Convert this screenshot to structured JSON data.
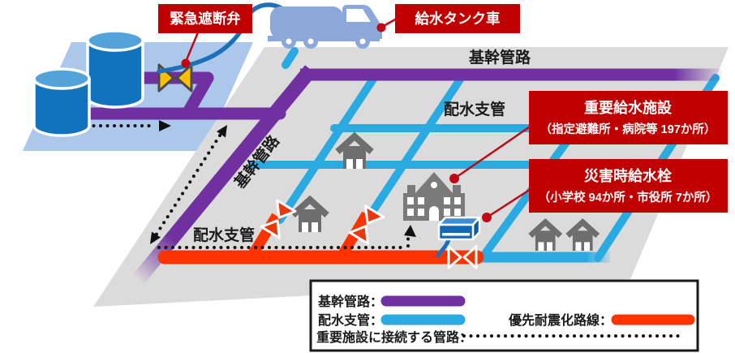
{
  "diagram": {
    "top_labels": {
      "emergency_shutoff_valve": "緊急遮断弁",
      "water_supply_tank_truck": "給水タンク車"
    },
    "map_labels": {
      "main_pipeline_top": "基幹管路",
      "main_pipeline_diagonal": "基幹管路",
      "distribution_branch_upper": "配水支管",
      "distribution_branch_lower": "配水支管"
    },
    "callouts": {
      "important_water_facility": {
        "title": "重要給水施設",
        "detail": "（指定避難所・病院等 197か所）"
      },
      "disaster_hydrant": {
        "title": "災害時給水栓",
        "detail": "（小学校 94か所・市役所 7か所）"
      }
    },
    "legend": {
      "main_pipeline": "基幹管路：",
      "distribution_branch": "配水支管：",
      "priority_seismic_line": "優先耐震化路線：",
      "facility_connection_pipe": "重要施設に接続する管路："
    },
    "colors": {
      "main_pipeline_purple": "#7030A0",
      "distribution_branch_cyan": "#29ABE2",
      "priority_seismic_orange": "#FF3300",
      "callout_red": "#C00000",
      "connector_red": "#C00814",
      "map_gray": "#DBDBDB",
      "platform_blue": "#ABC8EA",
      "tank_blue": "#1173BD",
      "tank_top_blue": "#53A2DA",
      "truck_blue": "#8CA8DA",
      "hose_blue": "#1C70B8",
      "valve_yellow": "#FFC000",
      "valve_red": "#E8380D",
      "building_gray": "#6E6E6E",
      "school_gray": "#7A7A7A",
      "dotted_black": "#111111"
    }
  }
}
